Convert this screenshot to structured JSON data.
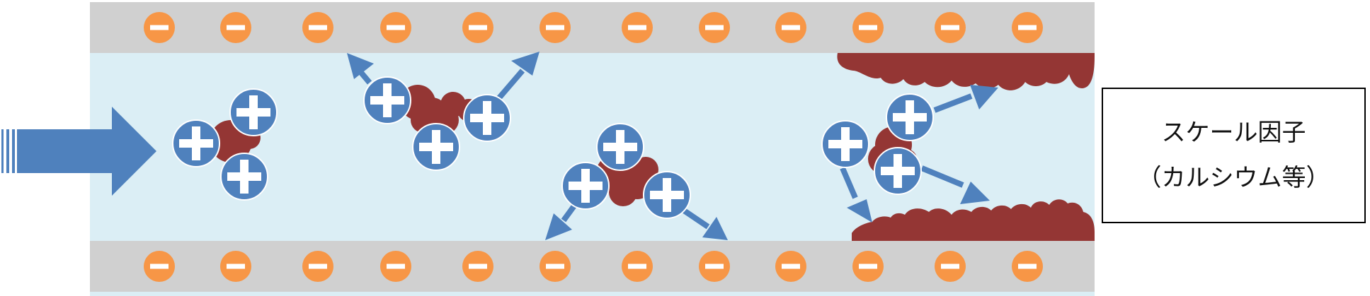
{
  "legend": {
    "line1": "スケール因子",
    "line2": "（カルシウム等）"
  },
  "colors": {
    "pipe_wall": "#d0d0d0",
    "pipe_interior": "#dbeef5",
    "negative_charge": "#f79646",
    "positive_charge": "#4f81bd",
    "scale_deposit": "#943634",
    "arrow": "#4f81bd"
  },
  "symbols": {
    "negative": "minus-sign",
    "positive": "plus-sign"
  }
}
